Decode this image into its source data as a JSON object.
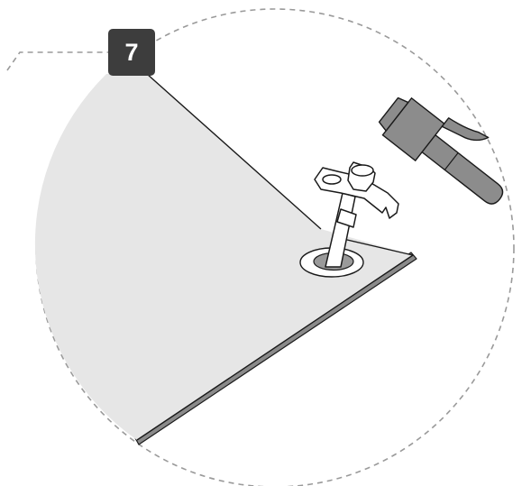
{
  "step": {
    "number": "7"
  },
  "illustration": {
    "parts": [
      "panel",
      "grommet",
      "clamp-bolt",
      "hammer-icon"
    ]
  },
  "colors": {
    "badge": "#3d3d3d",
    "panel": "#e6e6e6",
    "panel_edge": "#8a8a8a",
    "outline": "#1a1a1a",
    "hammer": "#8c8c8c",
    "dashed_circle": "#9a9a9a"
  }
}
